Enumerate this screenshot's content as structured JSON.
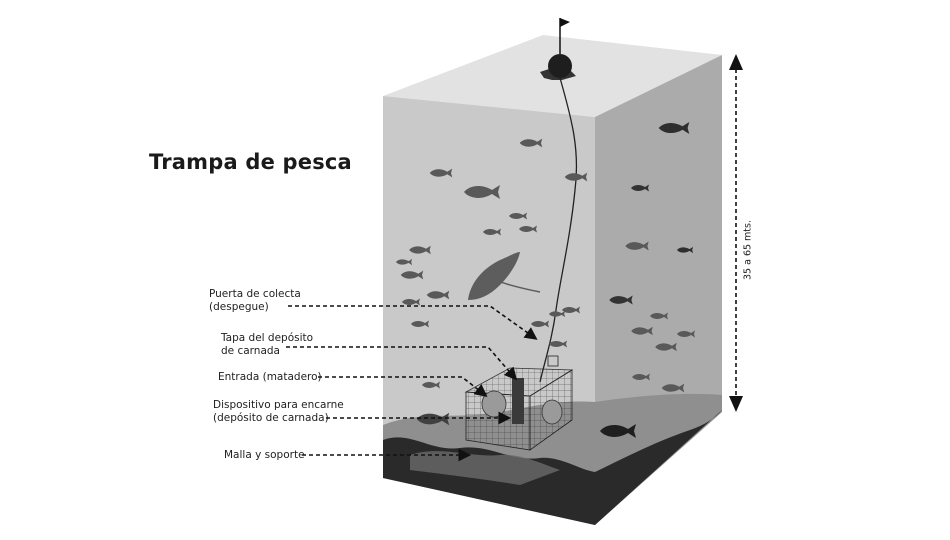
{
  "title": "Trampa de pesca",
  "callouts": [
    {
      "id": "puerta",
      "lines": [
        "Puerta de colecta",
        "(despegue)"
      ]
    },
    {
      "id": "tapa",
      "lines": [
        "Tapa del depósito",
        "de carnada"
      ]
    },
    {
      "id": "entrada",
      "lines": [
        "Entrada (matadero)"
      ]
    },
    {
      "id": "dispositivo",
      "lines": [
        "Dispositivo para encarne",
        "(depósito de carnada)"
      ]
    },
    {
      "id": "malla",
      "lines": [
        "Malla y soporte"
      ]
    }
  ],
  "depth": "35 a 65 mts.",
  "colors": {
    "water_front": "#c9c9c9",
    "water_side": "#ababab",
    "surface_top": "#e2e2e2",
    "seabed": "#2a2a2a",
    "fish": "#5a5a5a"
  }
}
